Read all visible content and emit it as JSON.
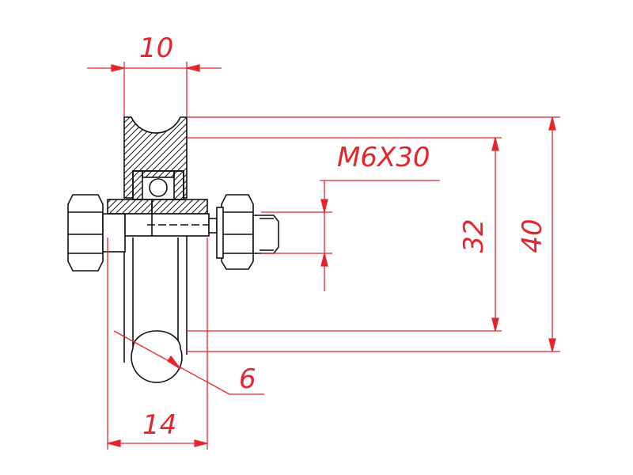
{
  "drawing": {
    "dimensions": {
      "top_width": "10",
      "thread_spec": "M6X30",
      "inner_diameter": "32",
      "outer_diameter": "40",
      "groove_radius": "6",
      "bottom_width": "14"
    },
    "colors": {
      "part_lines": "#111111",
      "dimension_lines": "#e4262c",
      "background": "#ffffff"
    }
  }
}
